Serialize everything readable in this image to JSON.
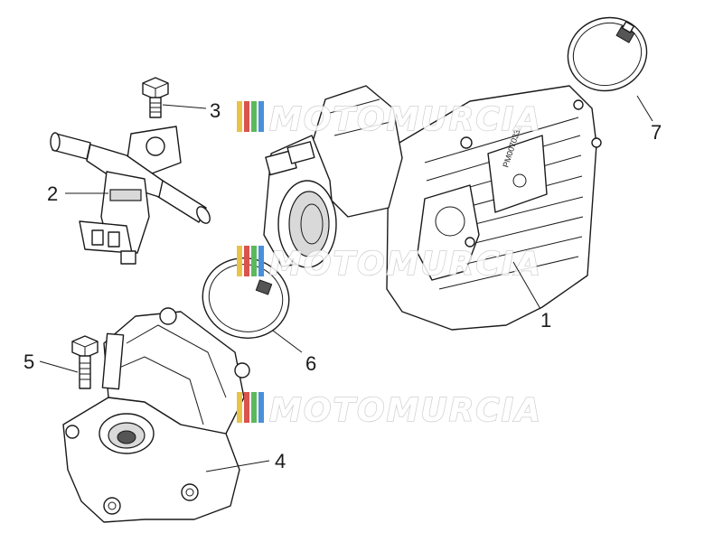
{
  "callouts": [
    "1",
    "2",
    "3",
    "4",
    "5",
    "6",
    "7"
  ],
  "part_code": "PM007033A",
  "watermark": {
    "text": "MOTOMURCIA",
    "colors": [
      "#e8c34a",
      "#d9534f",
      "#5cb85c",
      "#4a90d9"
    ]
  }
}
